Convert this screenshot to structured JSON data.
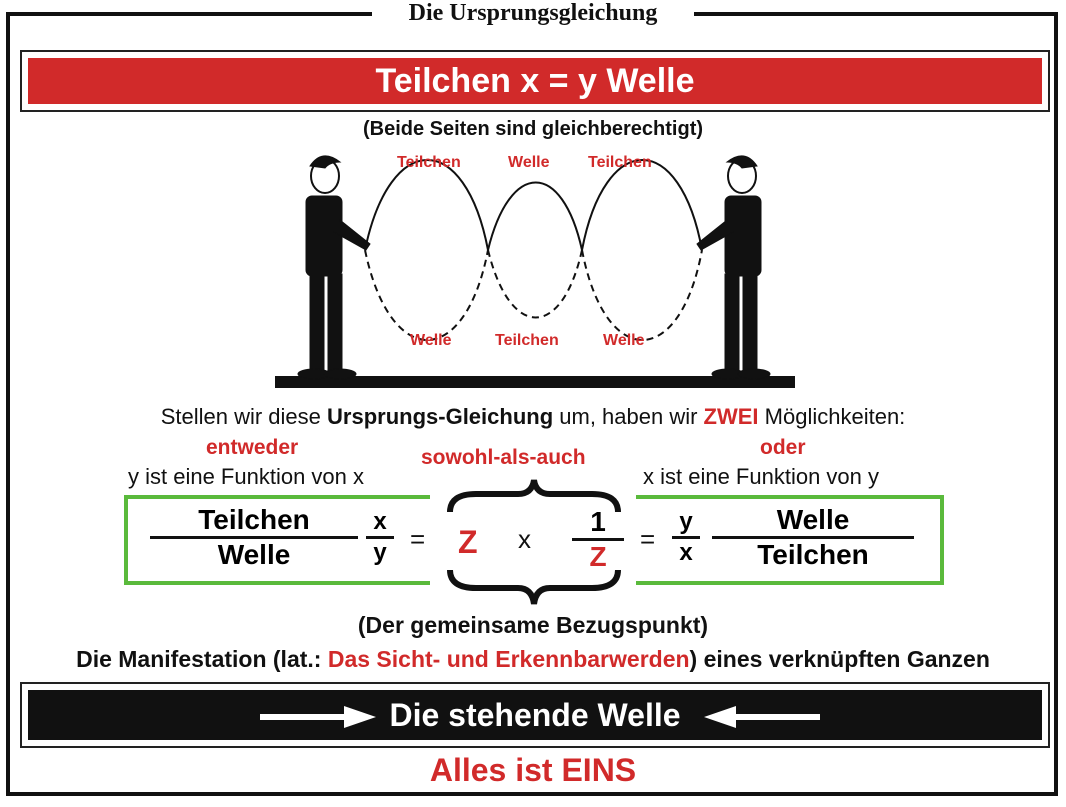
{
  "frame_title": "Die Ursprungsgleichung",
  "headline": "Teilchen x = y Welle",
  "subtitle": "(Beide Seiten sind gleichberechtigt)",
  "wave_labels": {
    "top": [
      "Teilchen",
      "Welle",
      "Teilchen"
    ],
    "bottom": [
      "Welle",
      "Teilchen",
      "Welle"
    ]
  },
  "intro": {
    "part1": "Stellen wir diese ",
    "bold": "Ursprungs-Gleichung",
    "part2": " um, haben wir ",
    "red": "ZWEI",
    "part3": " Möglichkeiten:"
  },
  "options": {
    "left_red": "entweder",
    "left_text": "y ist eine Funktion von x",
    "center_red": "sowohl-als-auch",
    "right_red": "oder",
    "right_text": "x ist eine Funktion von y"
  },
  "equation": {
    "left_frac_num": "Teilchen",
    "left_frac_den": "Welle",
    "xy_num": "x",
    "xy_den": "y",
    "equals1": "=",
    "z": "Z",
    "times": "x",
    "one_num": "1",
    "one_den": "Z",
    "equals2": "=",
    "yx_num": "y",
    "yx_den": "x",
    "right_frac_num": "Welle",
    "right_frac_den": "Teilchen"
  },
  "caption_bezug": "(Der gemeinsame Bezugspunkt)",
  "manifestation": {
    "part1": "Die Manifestation (lat.: ",
    "red": "Das Sicht- und Erkennbarwerden",
    "part2": ") eines verknüpften Ganzen"
  },
  "bottom_banner": "Die stehende Welle",
  "final": "Alles ist EINS",
  "colors": {
    "red": "#d12a2a",
    "green": "#5aba3c",
    "black": "#111111"
  }
}
